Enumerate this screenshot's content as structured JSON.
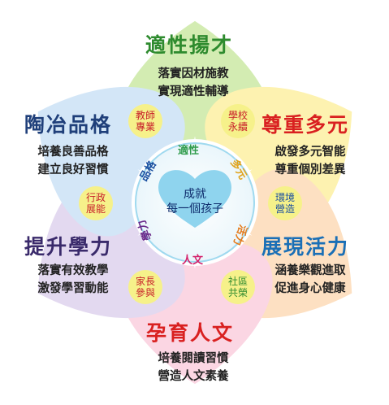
{
  "petals": [
    {
      "id": "top",
      "title": "適性揚才",
      "lines": [
        "落實因材施教",
        "實現適性輔導"
      ],
      "color": "#d3ecb2",
      "title_color": "#2e8b2e"
    },
    {
      "id": "upper-right",
      "title": "尊重多元",
      "lines": [
        "啟發多元智能",
        "尊重個別差異"
      ],
      "color": "#fdf2b0",
      "title_color": "#d92020"
    },
    {
      "id": "lower-right",
      "title": "展現活力",
      "lines": [
        "涵養樂觀進取",
        "促進身心健康"
      ],
      "color": "#fde0c2",
      "title_color": "#1a6fb6"
    },
    {
      "id": "bottom",
      "title": "孕育人文",
      "lines": [
        "培養閱讀習慣",
        "營造人文素養"
      ],
      "color": "#fbd6e3",
      "title_color": "#d92020"
    },
    {
      "id": "lower-left",
      "title": "提升學力",
      "lines": [
        "落實有效教學",
        "激發學習動能"
      ],
      "color": "#e3d9f0",
      "title_color": "#3a2a6b"
    },
    {
      "id": "upper-left",
      "title": "陶冶品格",
      "lines": [
        "培養良善品格",
        "建立良好習慣"
      ],
      "color": "#d3e6f7",
      "title_color": "#1f3f7a"
    }
  ],
  "badges": [
    {
      "id": "teacher",
      "lines": [
        "教師",
        "專業"
      ],
      "color": "#c8202a"
    },
    {
      "id": "school",
      "lines": [
        "學校",
        "永續"
      ],
      "color": "#c8202a"
    },
    {
      "id": "environment",
      "lines": [
        "環境",
        "營造"
      ],
      "color": "#1a4fa0"
    },
    {
      "id": "community",
      "lines": [
        "社區",
        "共榮"
      ],
      "color": "#2e8b2e"
    },
    {
      "id": "parents",
      "lines": [
        "家長",
        "參與"
      ],
      "color": "#c8202a"
    },
    {
      "id": "admin",
      "lines": [
        "行政",
        "展能"
      ],
      "color": "#c8202a"
    }
  ],
  "ring_words": [
    {
      "id": "shixing",
      "text": "適性",
      "color": "#2e9b4a"
    },
    {
      "id": "duoyuan",
      "text": "多元",
      "color": "#e0a21a"
    },
    {
      "id": "huoli",
      "text": "活力",
      "color": "#e57a1a"
    },
    {
      "id": "renwen",
      "text": "人文",
      "color": "#d4206a"
    },
    {
      "id": "xueli",
      "text": "學力",
      "color": "#6a2a8a"
    },
    {
      "id": "pinge",
      "text": "品格",
      "color": "#1a4fa0"
    }
  ],
  "center": {
    "line1": "成就",
    "line2": "每一個孩子",
    "heart_color": "#8fd4ee",
    "text_color": "#0d2a6b"
  }
}
